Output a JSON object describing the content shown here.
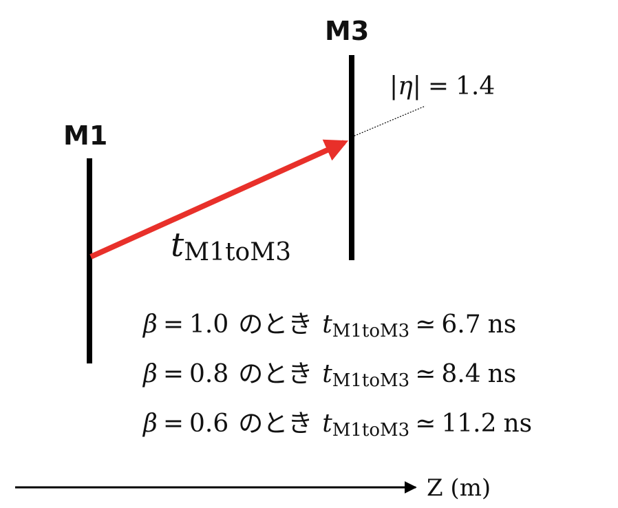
{
  "detectors": {
    "m1_label": "M1",
    "m3_label": "M3"
  },
  "eta_annotation": {
    "symbol": "|η|",
    "equals": "=",
    "value": "1.4"
  },
  "flight_path": {
    "t_symbol": "t",
    "subscript": "M1toM3",
    "arrow_color": "#e8302a"
  },
  "timing_lines": [
    {
      "beta_symbol": "β",
      "equals": "=",
      "beta": "1.0",
      "jp": "のとき",
      "t_symbol": "t",
      "subscript": "M1toM3",
      "approx": "≃",
      "time": "6.7",
      "unit": "ns"
    },
    {
      "beta_symbol": "β",
      "equals": "=",
      "beta": "0.8",
      "jp": "のとき",
      "t_symbol": "t",
      "subscript": "M1toM3",
      "approx": "≃",
      "time": "8.4",
      "unit": "ns"
    },
    {
      "beta_symbol": "β",
      "equals": "=",
      "beta": "0.6",
      "jp": "のとき",
      "t_symbol": "t",
      "subscript": "M1toM3",
      "approx": "≃",
      "time": "11.2",
      "unit": "ns"
    }
  ],
  "axis": {
    "label": "Z (m)"
  }
}
